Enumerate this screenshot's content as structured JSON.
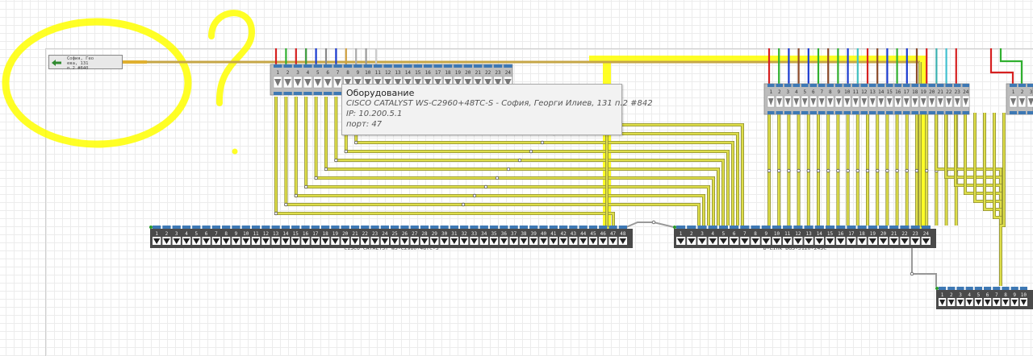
{
  "tooltip": {
    "title": "Оборудование",
    "device": "CISCO CATALYST WS-C2960+48TC-S - София, Георги Илиев, 131 п.2 #842",
    "ip": "IP: 10.200.5.1",
    "port": "порт: 47"
  },
  "left_label": {
    "line1": "София, Гео",
    "line2": "ева, 131",
    "line3": "п.2 #840"
  },
  "switches": [
    {
      "label": "CISCO CATALYST WS-C2960+48TC-S",
      "ports": 48
    },
    {
      "label": "D-Link DGS-3120-24SC",
      "ports": 24
    }
  ],
  "patch_panel_1": {
    "ports": 24
  },
  "patch_panel_2": {
    "ports": 24
  },
  "colors": {
    "wire": "#dede4a",
    "wire_outline": "#8c8c33",
    "port_blue": "#3d78b4",
    "switch_body": "#4a4a4a",
    "panel_body": "#bdbdbd",
    "highlight": "#ffff00"
  },
  "annotation": {
    "question_mark": "?"
  },
  "icons": [
    "arrow-left-icon",
    "port-down-arrow-icon",
    "port-up-arrow-icon"
  ]
}
